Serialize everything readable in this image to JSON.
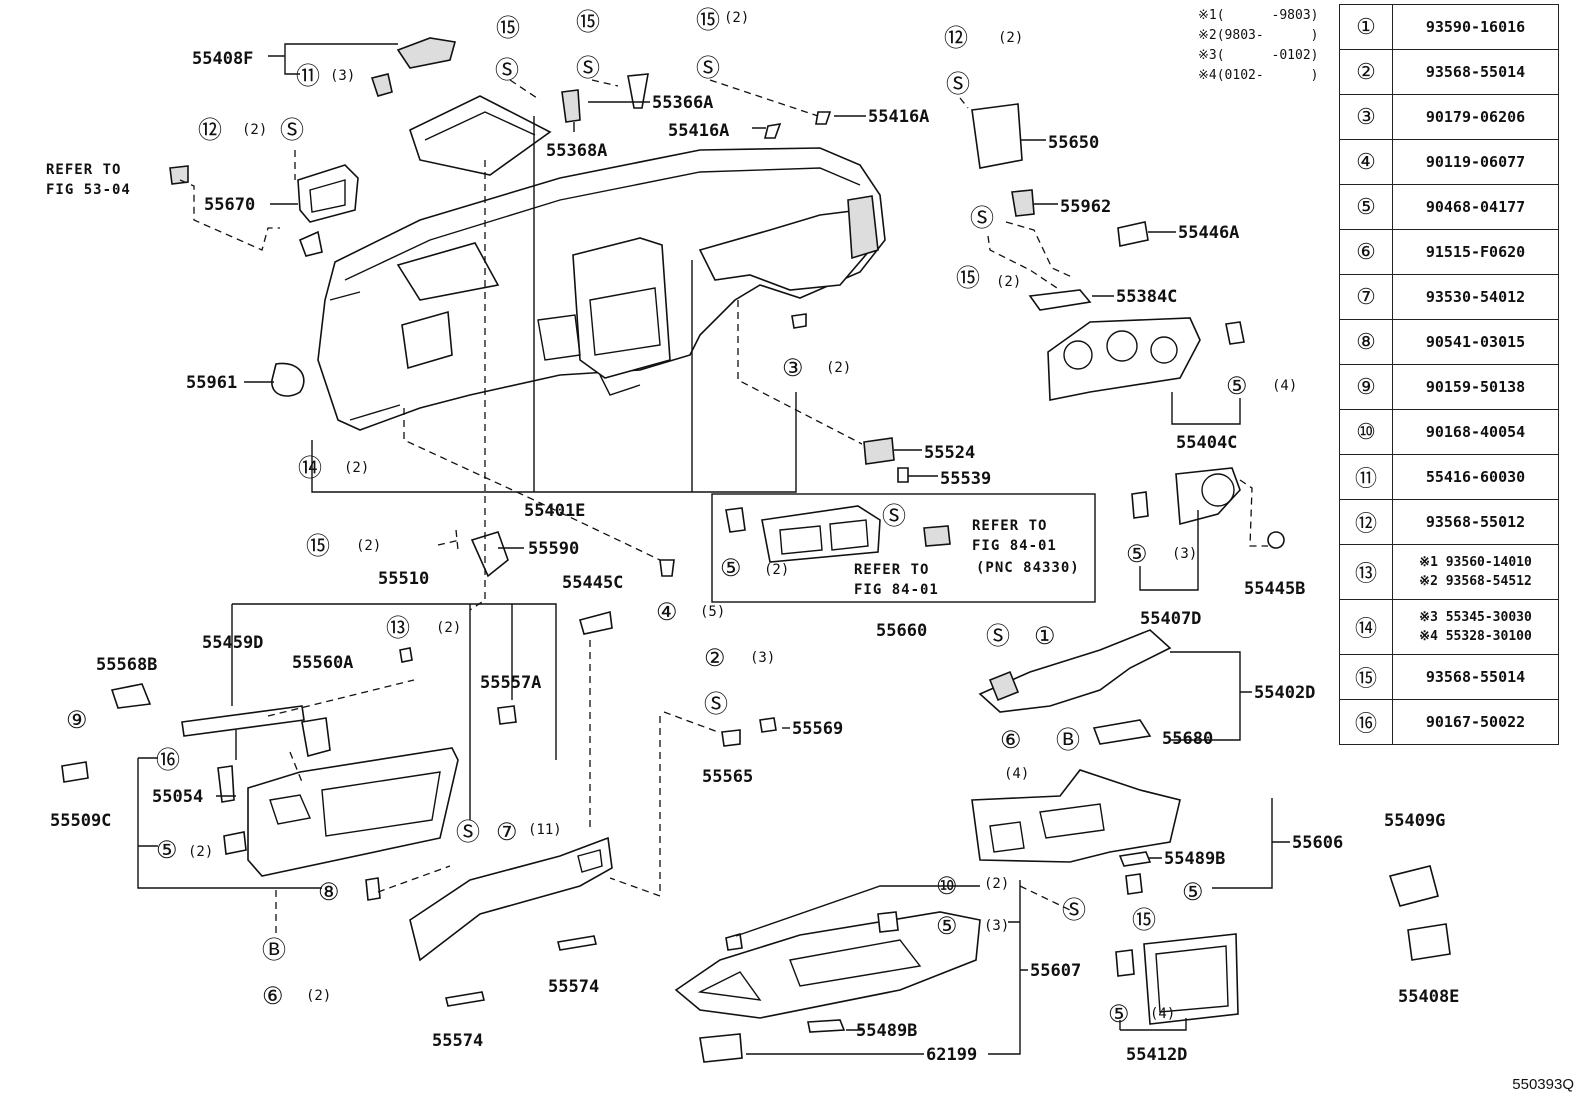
{
  "legend": [
    {
      "mark": "※1",
      "range": "(      -9803)"
    },
    {
      "mark": "※2",
      "range": "(9803-      )"
    },
    {
      "mark": "※3",
      "range": "(      -0102)"
    },
    {
      "mark": "※4",
      "range": "(0102-      )"
    }
  ],
  "reference_table": [
    {
      "no": "①",
      "part": "93590-16016"
    },
    {
      "no": "②",
      "part": "93568-55014"
    },
    {
      "no": "③",
      "part": "90179-06206"
    },
    {
      "no": "④",
      "part": "90119-06077"
    },
    {
      "no": "⑤",
      "part": "90468-04177"
    },
    {
      "no": "⑥",
      "part": "91515-F0620"
    },
    {
      "no": "⑦",
      "part": "93530-54012"
    },
    {
      "no": "⑧",
      "part": "90541-03015"
    },
    {
      "no": "⑨",
      "part": "90159-50138"
    },
    {
      "no": "⑩",
      "part": "90168-40054"
    },
    {
      "no": "⑪",
      "part": "55416-60030"
    },
    {
      "no": "⑫",
      "part": "93568-55012"
    },
    {
      "no": "⑬",
      "part": "※1 93560-14010",
      "part2": "※2 93568-54512"
    },
    {
      "no": "⑭",
      "part": "※3 55345-30030",
      "part2": "※4 55328-30100"
    },
    {
      "no": "⑮",
      "part": "93568-55014"
    },
    {
      "no": "⑯",
      "part": "90167-50022"
    }
  ],
  "labels": {
    "p55408F": "55408F",
    "p55366A": "55366A",
    "p55368A": "55368A",
    "p55416A_a": "55416A",
    "p55416A_b": "55416A",
    "p55650": "55650",
    "p55670": "55670",
    "p55962": "55962",
    "p55446A": "55446A",
    "p55384C": "55384C",
    "p55961": "55961",
    "p55404C": "55404C",
    "p55524": "55524",
    "p55539": "55539",
    "p55401E": "55401E",
    "p55590": "55590",
    "p55510": "55510",
    "p55445C": "55445C",
    "p55660": "55660",
    "p55407D": "55407D",
    "p55445B": "55445B",
    "p55459D": "55459D",
    "p55560A": "55560A",
    "p55557A": "55557A",
    "p55568B": "55568B",
    "p55402D": "55402D",
    "p55680": "55680",
    "p55569": "55569",
    "p55565": "55565",
    "p55054": "55054",
    "p55509C": "55509C",
    "p55606": "55606",
    "p55489B_a": "55489B",
    "p55489B_b": "55489B",
    "p55409G": "55409G",
    "p55408E": "55408E",
    "p55607": "55607",
    "p55574_a": "55574",
    "p55574_b": "55574",
    "p62199": "62199",
    "p55412D": "55412D"
  },
  "qty": {
    "q15a": "(2)",
    "q12a": "(2)",
    "q11": "(3)",
    "q12b": "(2)",
    "q15c": "(2)",
    "q3": "(2)",
    "q5a": "(4)",
    "q14": "(2)",
    "q15d": "(2)",
    "q5b": "(2)",
    "q5c": "(3)",
    "q4": "(5)",
    "q13": "(2)",
    "q2": "(3)",
    "q6a": "(4)",
    "q5d": "(2)",
    "q7": "(11)",
    "q10": "(2)",
    "q5e": "(3)",
    "q5f": "(4)",
    "q6b": "(2)"
  },
  "refer": {
    "r1a": "REFER TO",
    "r1b": "FIG 53-04",
    "r2a": "REFER TO",
    "r2b": "FIG 84-01",
    "r2c": "(PNC 84330)",
    "r3a": "REFER TO",
    "r3b": "FIG 84-01"
  },
  "figure_code": "550393Q"
}
